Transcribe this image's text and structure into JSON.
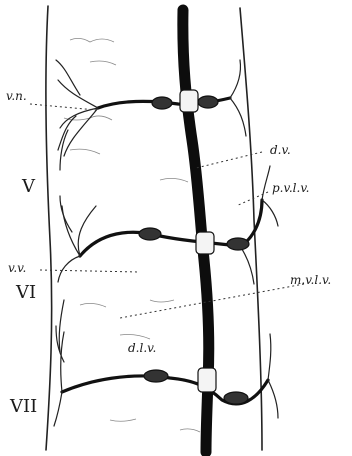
{
  "figure": {
    "labels": {
      "vn": "v.n.",
      "dv": "d.v.",
      "pvlv": "p.v.l.v.",
      "vv": "v.v.",
      "mvlv": "m.v.l.v.",
      "dlv": "d.l.v."
    },
    "segments": [
      "V",
      "VI",
      "VII"
    ]
  }
}
